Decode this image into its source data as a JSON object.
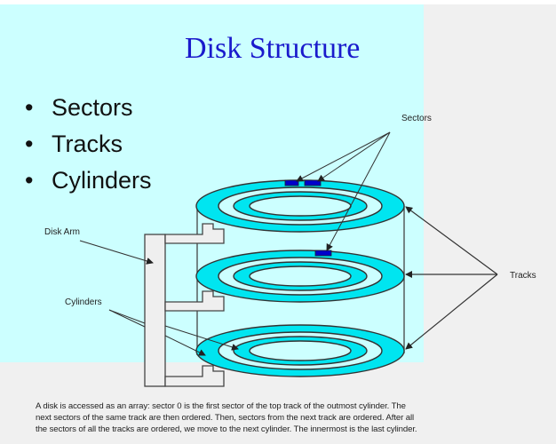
{
  "slide": {
    "title": "Disk Structure",
    "bullets": [
      "Sectors",
      "Tracks",
      "Cylinders"
    ],
    "bullet_glyph": "•"
  },
  "diagram": {
    "labels": {
      "sectors": "Sectors",
      "tracks": "Tracks",
      "disk_arm": "Disk Arm",
      "cylinders": "Cylinders"
    },
    "platters": 3,
    "colors": {
      "track_fill": "#00e5f0",
      "sector_fill": "#0000cc",
      "background": "#ccffff",
      "arm_fill": "#efefef",
      "title": "#1a1acc"
    }
  },
  "caption": {
    "lines": [
      "A disk is accessed as an array: sector 0 is the first sector of the top track of the outmost cylinder.  The",
      "next sectors of the same track are then ordered. Then, sectors from the next track are ordered. After all",
      "the sectors of all the tracks are ordered, we move to the next cylinder. The innermost is the last cylinder."
    ]
  }
}
